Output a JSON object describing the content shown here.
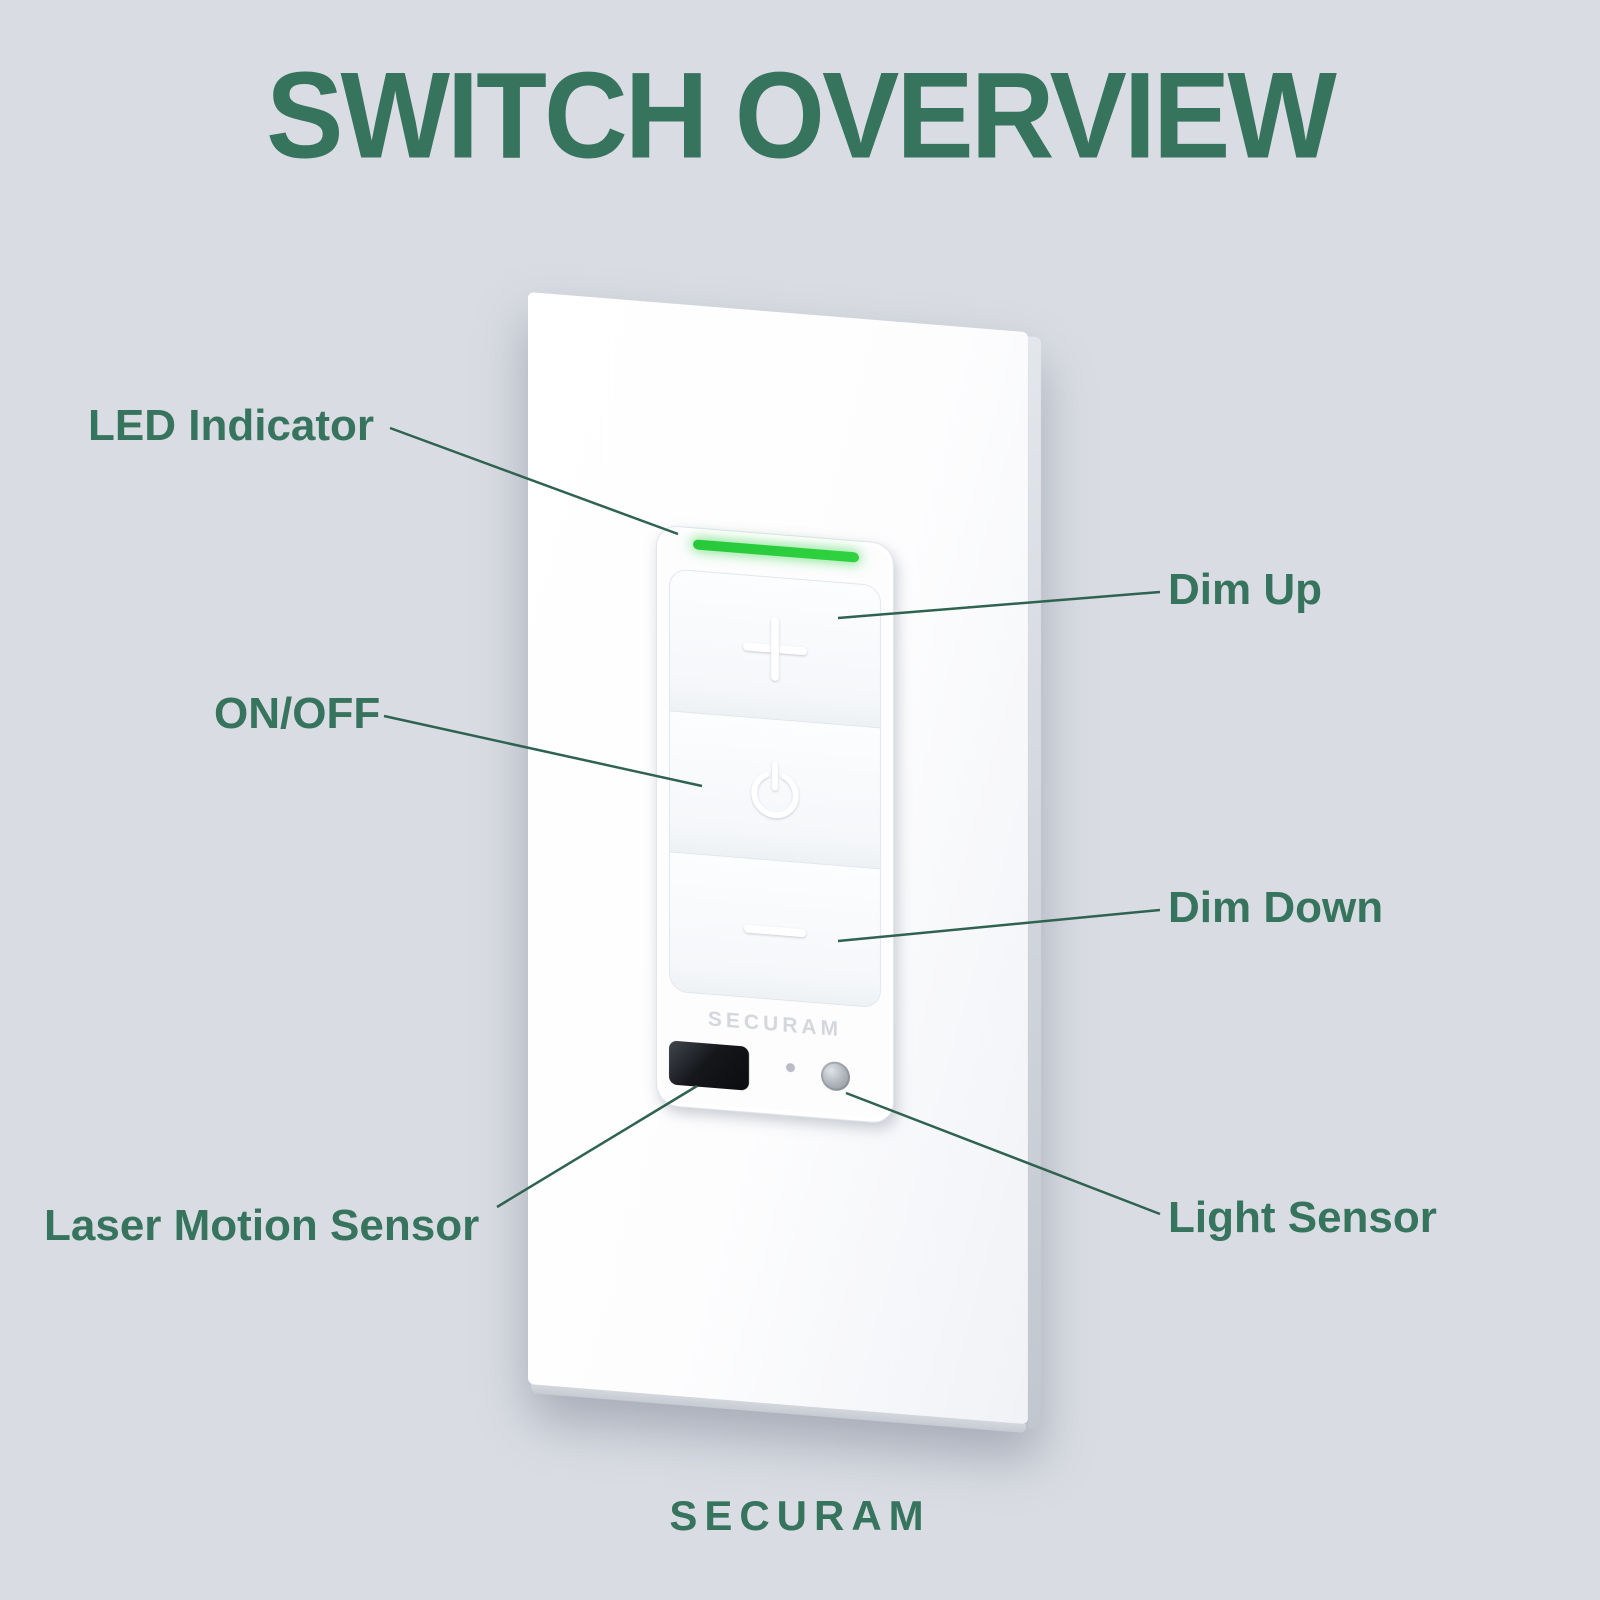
{
  "page": {
    "title": "SWITCH OVERVIEW",
    "footer_brand": "SECURAM"
  },
  "theme": {
    "background": "#d9dce3",
    "accent": "#37745d",
    "line_color": "#2f6350",
    "led_green": "#2ed33e"
  },
  "device": {
    "name": "smart-dimmer-wall-switch",
    "brand_label": "SECURAM",
    "buttons": [
      {
        "id": "dim-up",
        "icon": "plus-icon"
      },
      {
        "id": "power",
        "icon": "power-icon"
      },
      {
        "id": "dim-down",
        "icon": "minus-icon"
      }
    ]
  },
  "callouts": [
    {
      "id": "led-indicator",
      "label": "LED Indicator"
    },
    {
      "id": "dim-up",
      "label": "Dim Up"
    },
    {
      "id": "on-off",
      "label": "ON/OFF"
    },
    {
      "id": "dim-down",
      "label": "Dim Down"
    },
    {
      "id": "laser-motion-sensor",
      "label": "Laser Motion Sensor"
    },
    {
      "id": "light-sensor",
      "label": "Light Sensor"
    }
  ]
}
